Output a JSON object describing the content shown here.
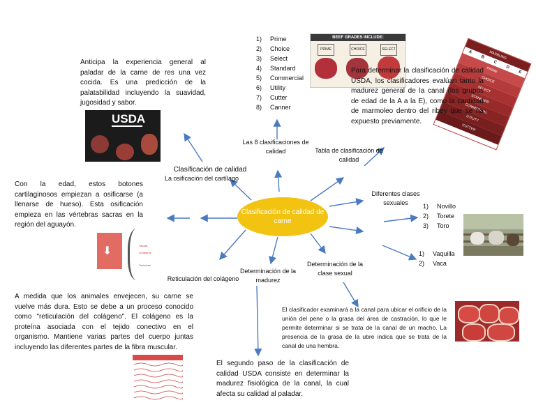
{
  "center": {
    "label": "Clasificación de calidad de carne"
  },
  "branches": {
    "calidad": "Clasificación de calidad",
    "osificacion": "La osificación del cartílago",
    "reticulacion": "Reticulación del colágeno",
    "madurez": "Determinación de la madurez",
    "sexual": "Determinación de la clase sexual",
    "clases": "Diferentes clases sexuales",
    "tabla": "Tabla de clasificación de calidad",
    "ocho": "Las 8 clasificaciones de calidad"
  },
  "texts": {
    "anticipa": "Anticipa la experiencia general al paladar de la carne de res una vez cocida. Es una predicción de la palatabilidad incluyendo la suavidad, jugosidad y sabor.",
    "edad": "Con la edad, estos botones cartilaginosos empiezan a osificarse (a llenarse de hueso). Esta osificación empieza en las vértebras sacras en la región del aguayón.",
    "colageno": "A medida que los animales envejecen, su carne se vuelve más dura. Esto se debe a un proceso conocido como \"reticulación del colágeno\". El colágeno es la proteína asociada con el tejido conectivo en el organismo. Mantiene varias partes del cuerpo juntas incluyendo las diferentes partes de la fibra muscular.",
    "segundo": "El segundo paso de la clasificación de calidad USDA consiste en determinar la madurez fisiológica de la canal, la cual afecta su calidad al paladar.",
    "clasificador": "El clasificador examinará a la canal para ubicar el orificio de la unión del pene o la grasa del área de castración, lo que le permite determinar si se trata de la canal de un macho. La presencia de la grasa de la ubre indica que se trata de la canal de una hembra.",
    "para": "Para determinar la clasificación de calidad USDA, los clasificadores evalúan tanto la madurez general de la canal (los grupos de edad de la A a la E), como la cantidad de marmoleo dentro del ribey que se ha expuesto previamente."
  },
  "grades": [
    {
      "n": "1)",
      "label": "Prime"
    },
    {
      "n": "2)",
      "label": "Choice"
    },
    {
      "n": "3)",
      "label": "Select"
    },
    {
      "n": "4)",
      "label": "Standard"
    },
    {
      "n": "5)",
      "label": "Commercial"
    },
    {
      "n": "6)",
      "label": "Utility"
    },
    {
      "n": "7)",
      "label": "Cutter"
    },
    {
      "n": "8)",
      "label": "Canner"
    }
  ],
  "males": [
    {
      "n": "1)",
      "label": "Novillo"
    },
    {
      "n": "2)",
      "label": "Torete"
    },
    {
      "n": "3)",
      "label": "Toro"
    }
  ],
  "females": [
    {
      "n": "1)",
      "label": "Vaquilla"
    },
    {
      "n": "2)",
      "label": "Vaca"
    }
  ],
  "images": {
    "usda_logo": "USDA",
    "beef_grades_header": "BEEF GRADES INCLUDE:",
    "badge_prime": "PRIME",
    "badge_choice": "CHOICE",
    "badge_select": "SELECT",
    "chart_title": "MARBLING",
    "chart_letters": [
      "A",
      "B",
      "C",
      "D",
      "E"
    ],
    "chart_rows": [
      "PRIME",
      "CHOICE",
      "SELECT",
      "STANDARD",
      "COMMERCIAL",
      "UTILITY",
      "CUTTER"
    ],
    "spine_labels": [
      "Sacras",
      "Lumbares",
      "Torácicas"
    ]
  },
  "colors": {
    "ellipse": "#f2c311",
    "arrow": "#4a7bbf"
  }
}
